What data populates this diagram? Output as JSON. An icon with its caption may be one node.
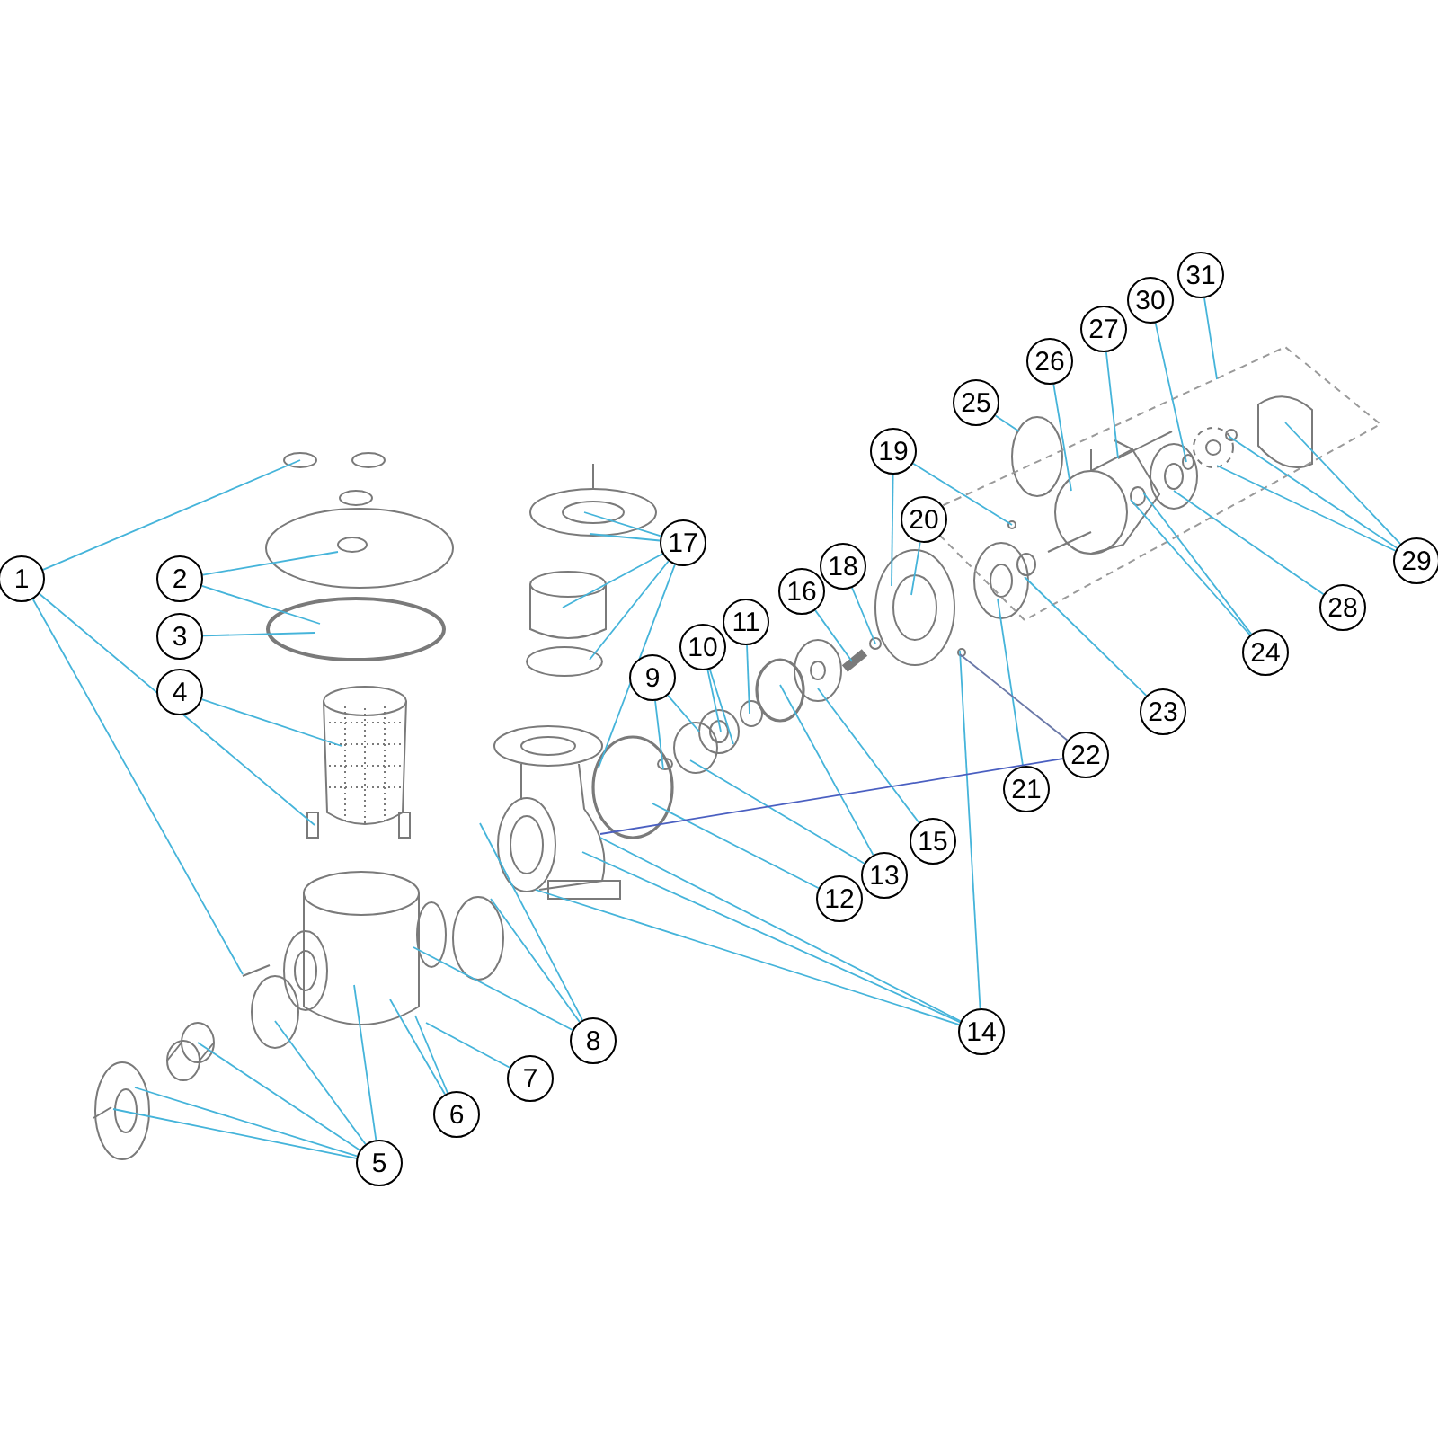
{
  "diagram": {
    "nodes": [
      {
        "text": [
          "1"
        ]
      },
      {
        "text": [
          "2"
        ]
      },
      {
        "text": [
          "3"
        ]
      },
      {
        "text": [
          "4"
        ]
      },
      {
        "text": [
          "5"
        ]
      },
      {
        "text": [
          "6"
        ]
      },
      {
        "text": [
          "7"
        ]
      },
      {
        "text": [
          "8"
        ]
      },
      {
        "text": [
          "9"
        ]
      },
      {
        "text": [
          "10"
        ]
      },
      {
        "text": [
          "11"
        ]
      },
      {
        "text": [
          "12"
        ]
      },
      {
        "text": [
          "13"
        ]
      },
      {
        "text": [
          "14"
        ]
      },
      {
        "text": [
          "15"
        ]
      },
      {
        "text": [
          "16"
        ]
      },
      {
        "text": [
          "17"
        ]
      },
      {
        "text": [
          "18"
        ]
      },
      {
        "text": [
          "19"
        ]
      },
      {
        "text": [
          "20"
        ]
      },
      {
        "text": [
          "21"
        ]
      },
      {
        "text": [
          "22"
        ]
      },
      {
        "text": [
          "23"
        ]
      },
      {
        "text": [
          "24"
        ]
      },
      {
        "text": [
          "25"
        ]
      },
      {
        "text": [
          "26"
        ]
      },
      {
        "text": [
          "27"
        ]
      },
      {
        "text": [
          "28"
        ]
      },
      {
        "text": [
          "29"
        ]
      },
      {
        "text": [
          "30"
        ]
      },
      {
        "text": [
          "31"
        ]
      }
    ],
    "edges": [
      {
        "from": 0,
        "to": null,
        "arrow": "none"
      },
      {
        "from": 0,
        "to": null,
        "arrow": "none"
      },
      {
        "from": 0,
        "to": null,
        "arrow": "none"
      },
      {
        "from": 1,
        "to": null,
        "arrow": "none"
      },
      {
        "from": 1,
        "to": null,
        "arrow": "none"
      },
      {
        "from": 2,
        "to": null,
        "arrow": "none"
      },
      {
        "from": 3,
        "to": null,
        "arrow": "none"
      },
      {
        "from": 4,
        "to": null,
        "arrow": "none"
      },
      {
        "from": 4,
        "to": null,
        "arrow": "none"
      },
      {
        "from": 4,
        "to": null,
        "arrow": "none"
      },
      {
        "from": 4,
        "to": null,
        "arrow": "none"
      },
      {
        "from": 4,
        "to": null,
        "arrow": "none"
      },
      {
        "from": 5,
        "to": null,
        "arrow": "none"
      },
      {
        "from": 5,
        "to": null,
        "arrow": "none"
      },
      {
        "from": 6,
        "to": null,
        "arrow": "none"
      },
      {
        "from": 7,
        "to": null,
        "arrow": "none"
      },
      {
        "from": 7,
        "to": null,
        "arrow": "none"
      },
      {
        "from": 7,
        "to": null,
        "arrow": "none"
      },
      {
        "from": 8,
        "to": null,
        "arrow": "none"
      },
      {
        "from": 8,
        "to": null,
        "arrow": "none"
      },
      {
        "from": 9,
        "to": null,
        "arrow": "none"
      },
      {
        "from": 9,
        "to": null,
        "arrow": "none"
      },
      {
        "from": 10,
        "to": null,
        "arrow": "none"
      },
      {
        "from": 11,
        "to": null,
        "arrow": "none"
      },
      {
        "from": 12,
        "to": null,
        "arrow": "none"
      },
      {
        "from": 12,
        "to": null,
        "arrow": "none"
      },
      {
        "from": 13,
        "to": null,
        "arrow": "none"
      },
      {
        "from": 13,
        "to": null,
        "arrow": "none"
      },
      {
        "from": 13,
        "to": null,
        "arrow": "none"
      },
      {
        "from": 13,
        "to": null,
        "arrow": "none"
      },
      {
        "from": 14,
        "to": null,
        "arrow": "none"
      },
      {
        "from": 15,
        "to": null,
        "arrow": "none"
      },
      {
        "from": 16,
        "to": null,
        "arrow": "none"
      },
      {
        "from": 16,
        "to": null,
        "arrow": "none"
      },
      {
        "from": 16,
        "to": null,
        "arrow": "none"
      },
      {
        "from": 16,
        "to": null,
        "arrow": "none"
      },
      {
        "from": 16,
        "to": null,
        "arrow": "none"
      },
      {
        "from": 17,
        "to": null,
        "arrow": "none"
      },
      {
        "from": 18,
        "to": null,
        "arrow": "none"
      },
      {
        "from": 18,
        "to": null,
        "arrow": "none"
      },
      {
        "from": 19,
        "to": null,
        "arrow": "none"
      },
      {
        "from": 20,
        "to": null,
        "arrow": "none"
      },
      {
        "from": 21,
        "to": null,
        "arrow": "none",
        "color": "#4a5fc1"
      },
      {
        "from": 21,
        "to": null,
        "arrow": "none",
        "color": "#6a78a8"
      },
      {
        "from": 22,
        "to": null,
        "arrow": "none"
      },
      {
        "from": 23,
        "to": null,
        "arrow": "none"
      },
      {
        "from": 23,
        "to": null,
        "arrow": "none"
      },
      {
        "from": 24,
        "to": null,
        "arrow": "none"
      },
      {
        "from": 25,
        "to": null,
        "arrow": "none"
      },
      {
        "from": 26,
        "to": null,
        "arrow": "none"
      },
      {
        "from": 27,
        "to": null,
        "arrow": "none"
      },
      {
        "from": 28,
        "to": null,
        "arrow": "none"
      },
      {
        "from": 28,
        "to": null,
        "arrow": "none"
      },
      {
        "from": 28,
        "to": null,
        "arrow": "none"
      },
      {
        "from": 29,
        "to": null,
        "arrow": "none"
      },
      {
        "from": 30,
        "to": null,
        "arrow": "none"
      }
    ]
  }
}
